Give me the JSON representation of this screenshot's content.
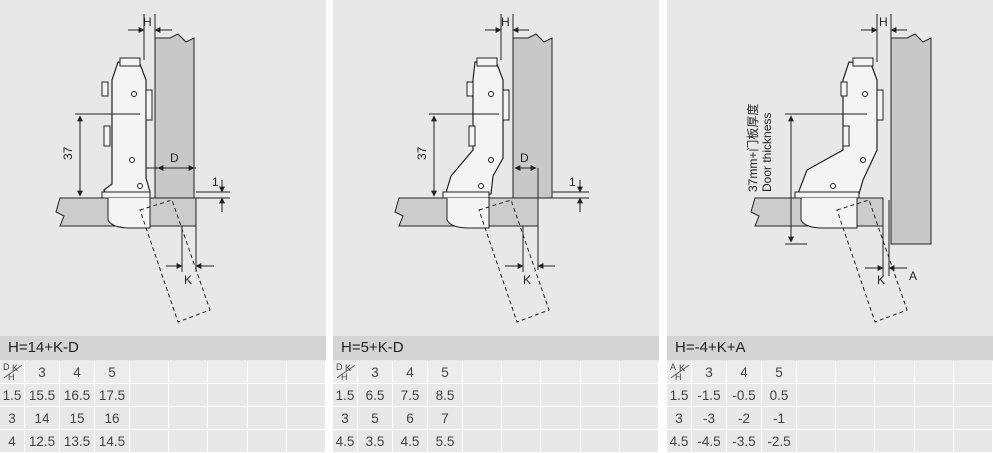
{
  "panels": [
    {
      "formula": "H=14+K-D",
      "corner": [
        "D",
        "H",
        "K"
      ],
      "columns": [
        "3",
        "4",
        "5"
      ],
      "rows": [
        {
          "h": "1.5",
          "values": [
            "15.5",
            "16.5",
            "17.5"
          ]
        },
        {
          "h": "3",
          "values": [
            "14",
            "15",
            "16"
          ]
        },
        {
          "h": "4",
          "values": [
            "12.5",
            "13.5",
            "14.5"
          ]
        }
      ],
      "labels": {
        "h": "H",
        "d": "D",
        "k": "K",
        "dim37": "37",
        "one": "1"
      }
    },
    {
      "formula": "H=5+K-D",
      "corner": [
        "D",
        "H",
        "K"
      ],
      "columns": [
        "3",
        "4",
        "5"
      ],
      "rows": [
        {
          "h": "1.5",
          "values": [
            "6.5",
            "7.5",
            "8.5"
          ]
        },
        {
          "h": "3",
          "values": [
            "5",
            "6",
            "7"
          ]
        },
        {
          "h": "4.5",
          "values": [
            "3.5",
            "4.5",
            "5.5"
          ]
        }
      ],
      "labels": {
        "h": "H",
        "d": "D",
        "k": "K",
        "dim37": "37",
        "one": "1"
      }
    },
    {
      "formula": "H=-4+K+A",
      "corner": [
        "A",
        "H",
        "K"
      ],
      "columns": [
        "3",
        "4",
        "5"
      ],
      "rows": [
        {
          "h": "1.5",
          "values": [
            "-1.5",
            "-0.5",
            "0.5"
          ]
        },
        {
          "h": "3",
          "values": [
            "-3",
            "-2",
            "-1"
          ]
        },
        {
          "h": "4.5",
          "values": [
            "-4.5",
            "-3.5",
            "-2.5"
          ]
        }
      ],
      "labels": {
        "h": "H",
        "a": "A",
        "k": "K",
        "dim37_line1": "37mm+门板厚度",
        "dim37_line2": "Door thickness"
      }
    }
  ],
  "colors": {
    "panel_bg": "#e8e8e8",
    "header_bg": "#d4d4d4",
    "cabinet": "#c8c8c8",
    "door": "#cccccc",
    "hinge": "#f4f4f4",
    "line": "#222222"
  }
}
